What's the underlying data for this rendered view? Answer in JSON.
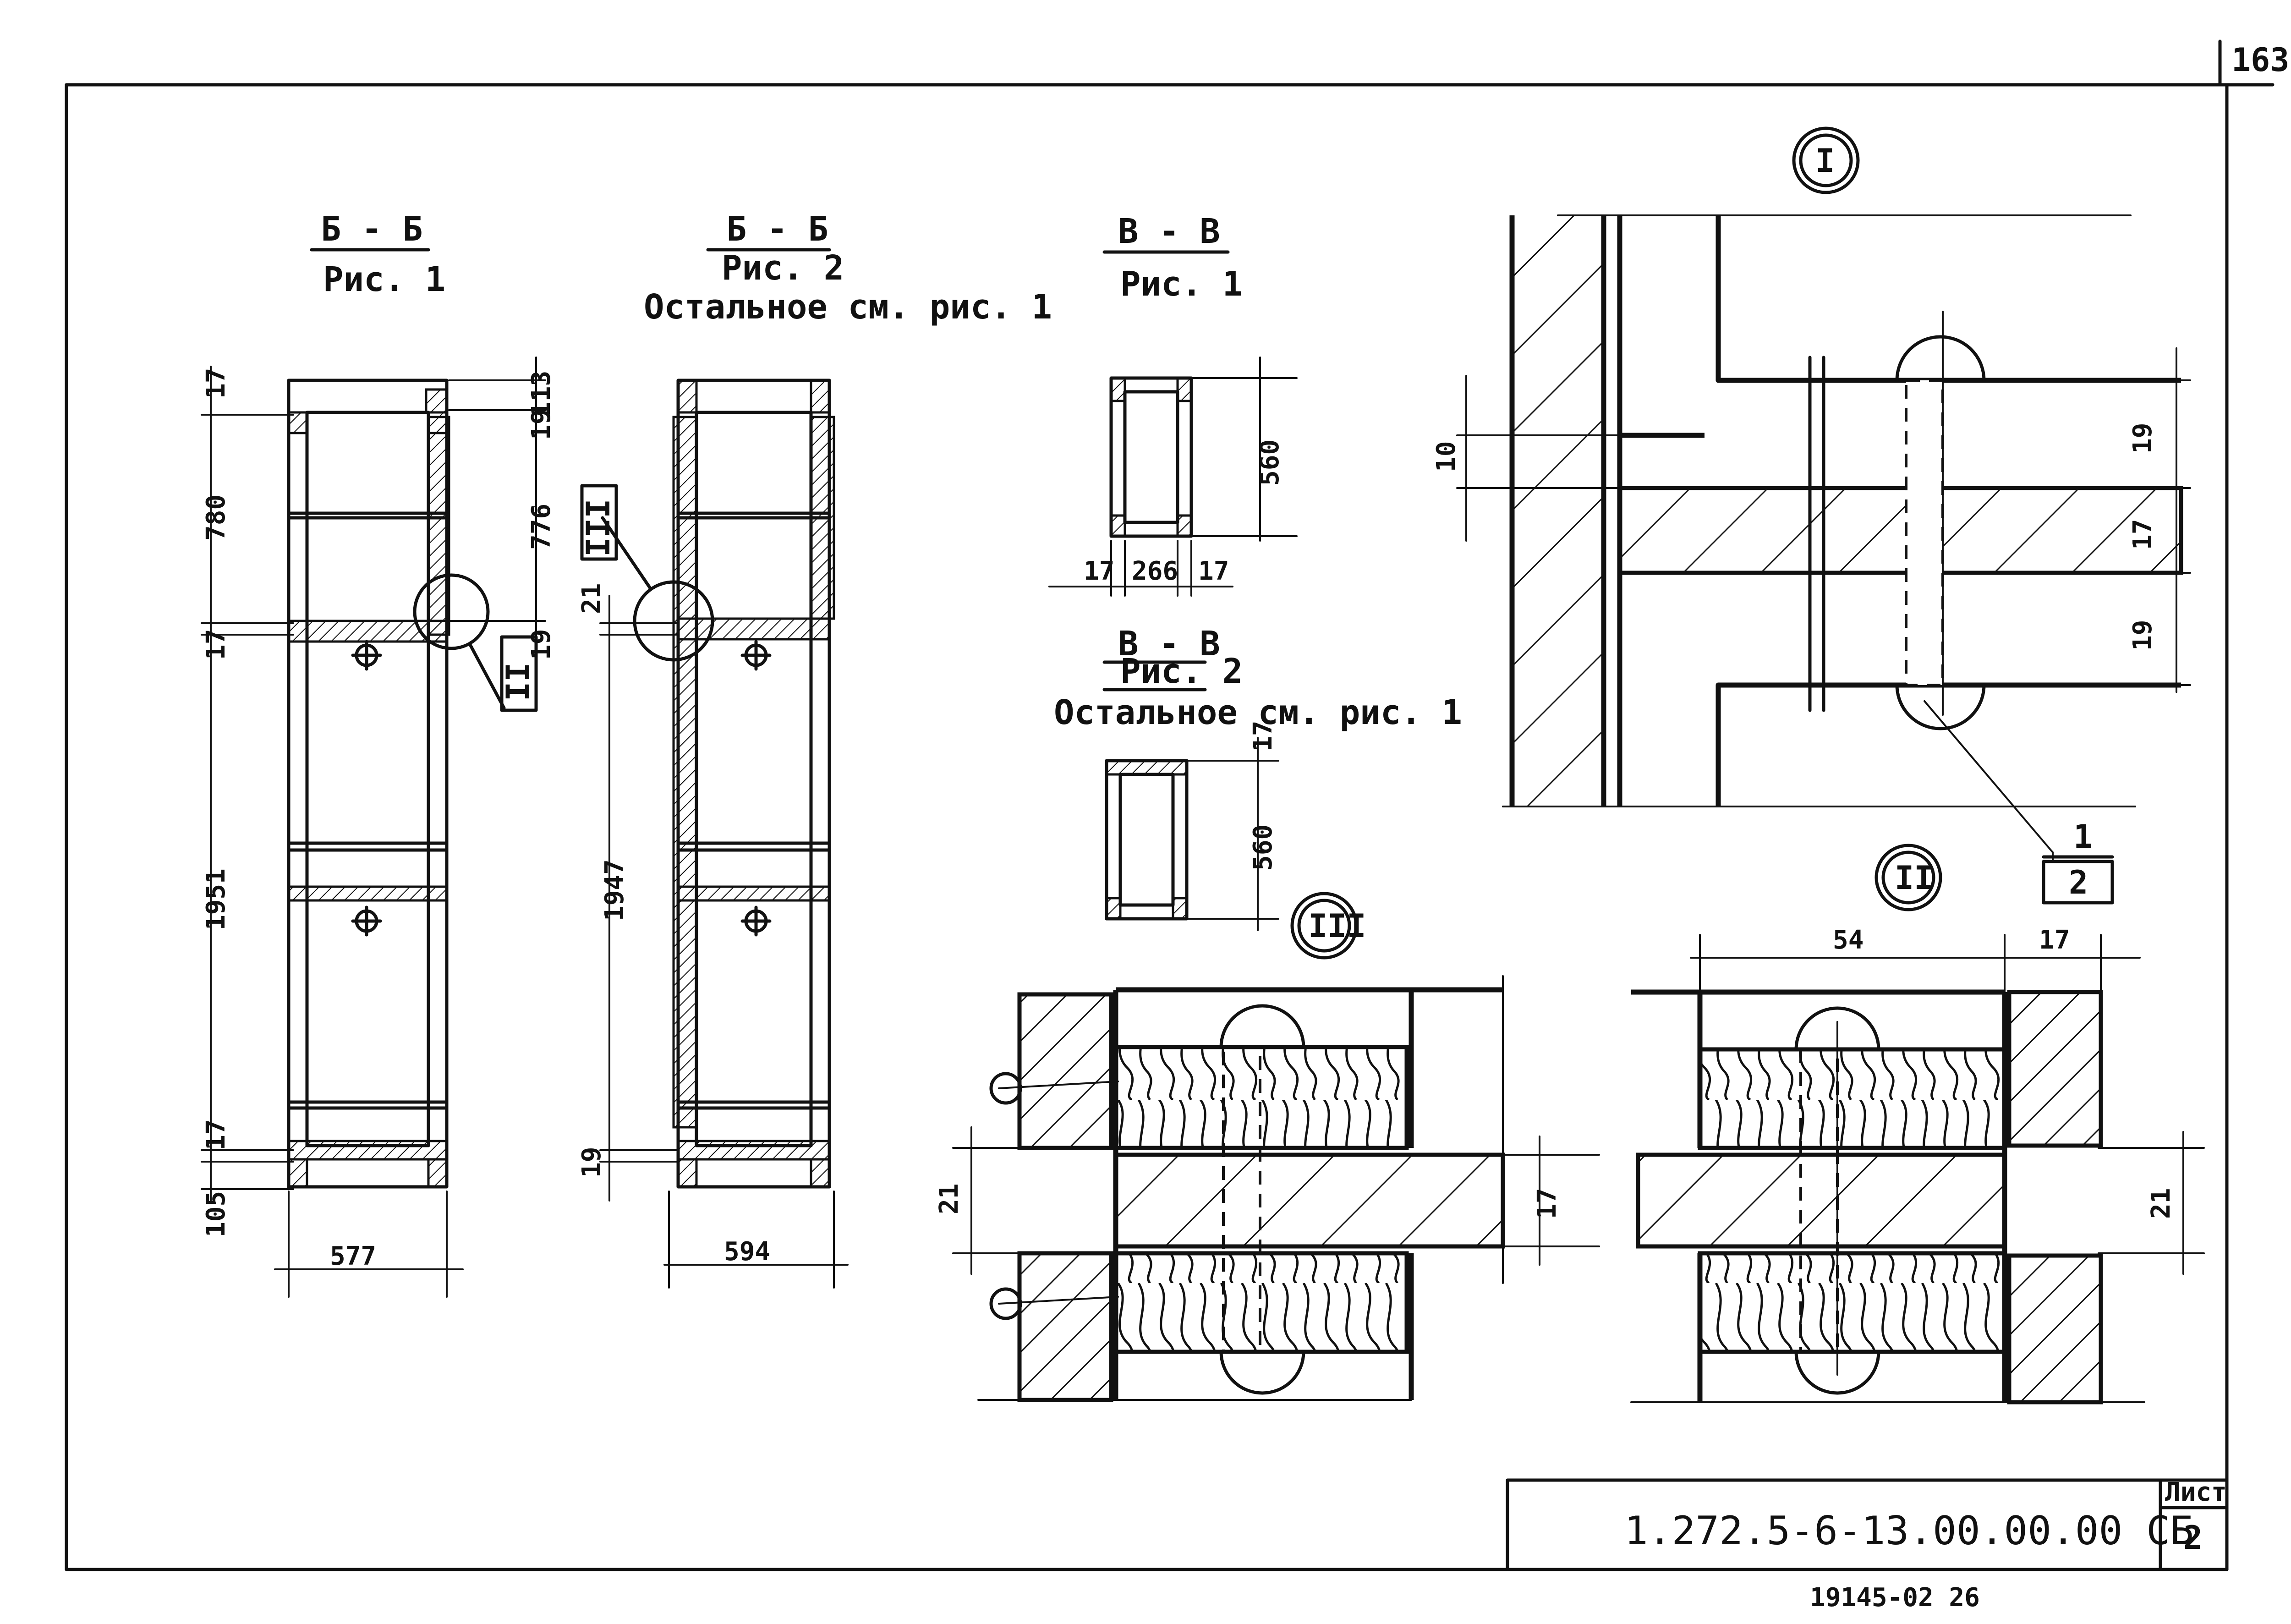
{
  "page_number": "163",
  "stamp": {
    "code": "1.272.5-6-13.00.00.00 СБ",
    "sheet_label": "Лист",
    "sheet_number": "2",
    "bottom_note": "19145-02        26"
  },
  "views": {
    "bb1": {
      "title": "Б - Б",
      "subtitle": "Рис. 1"
    },
    "bb2": {
      "title": "Б - Б",
      "subtitle": "Рис. 2",
      "note": "Остальное см. рис. 1"
    },
    "vv1": {
      "title": "В - В",
      "subtitle": "Рис. 1"
    },
    "vv2": {
      "title": "В - В",
      "subtitle": "Рис. 2",
      "note": "Остальное см. рис. 1"
    }
  },
  "detail_marks": {
    "I": "I",
    "II": "II",
    "III": "III"
  },
  "dimensions": {
    "bb1": {
      "d17a": "17",
      "d780": "780",
      "d17b": "17",
      "d1951": "1951",
      "d17c": "17",
      "d105": "105",
      "d113": "113",
      "d19a": "19",
      "d776": "776",
      "d19b": "19",
      "d577": "577"
    },
    "bb2": {
      "d21": "21",
      "d1947": "1947",
      "d19": "19",
      "d594": "594"
    },
    "vv1": {
      "d560": "560",
      "d17l": "17",
      "d266": "266",
      "d17r": "17"
    },
    "vv2": {
      "d17": "17",
      "d560": "560"
    },
    "detI": {
      "d10": "10",
      "d19a": "19",
      "d17": "17",
      "d19b": "19"
    },
    "detII": {
      "d54": "54",
      "d17": "17",
      "d21": "21"
    },
    "detIII": {
      "d21": "21",
      "d17": "17"
    }
  },
  "callout": {
    "top": "1",
    "bottom": "2"
  }
}
